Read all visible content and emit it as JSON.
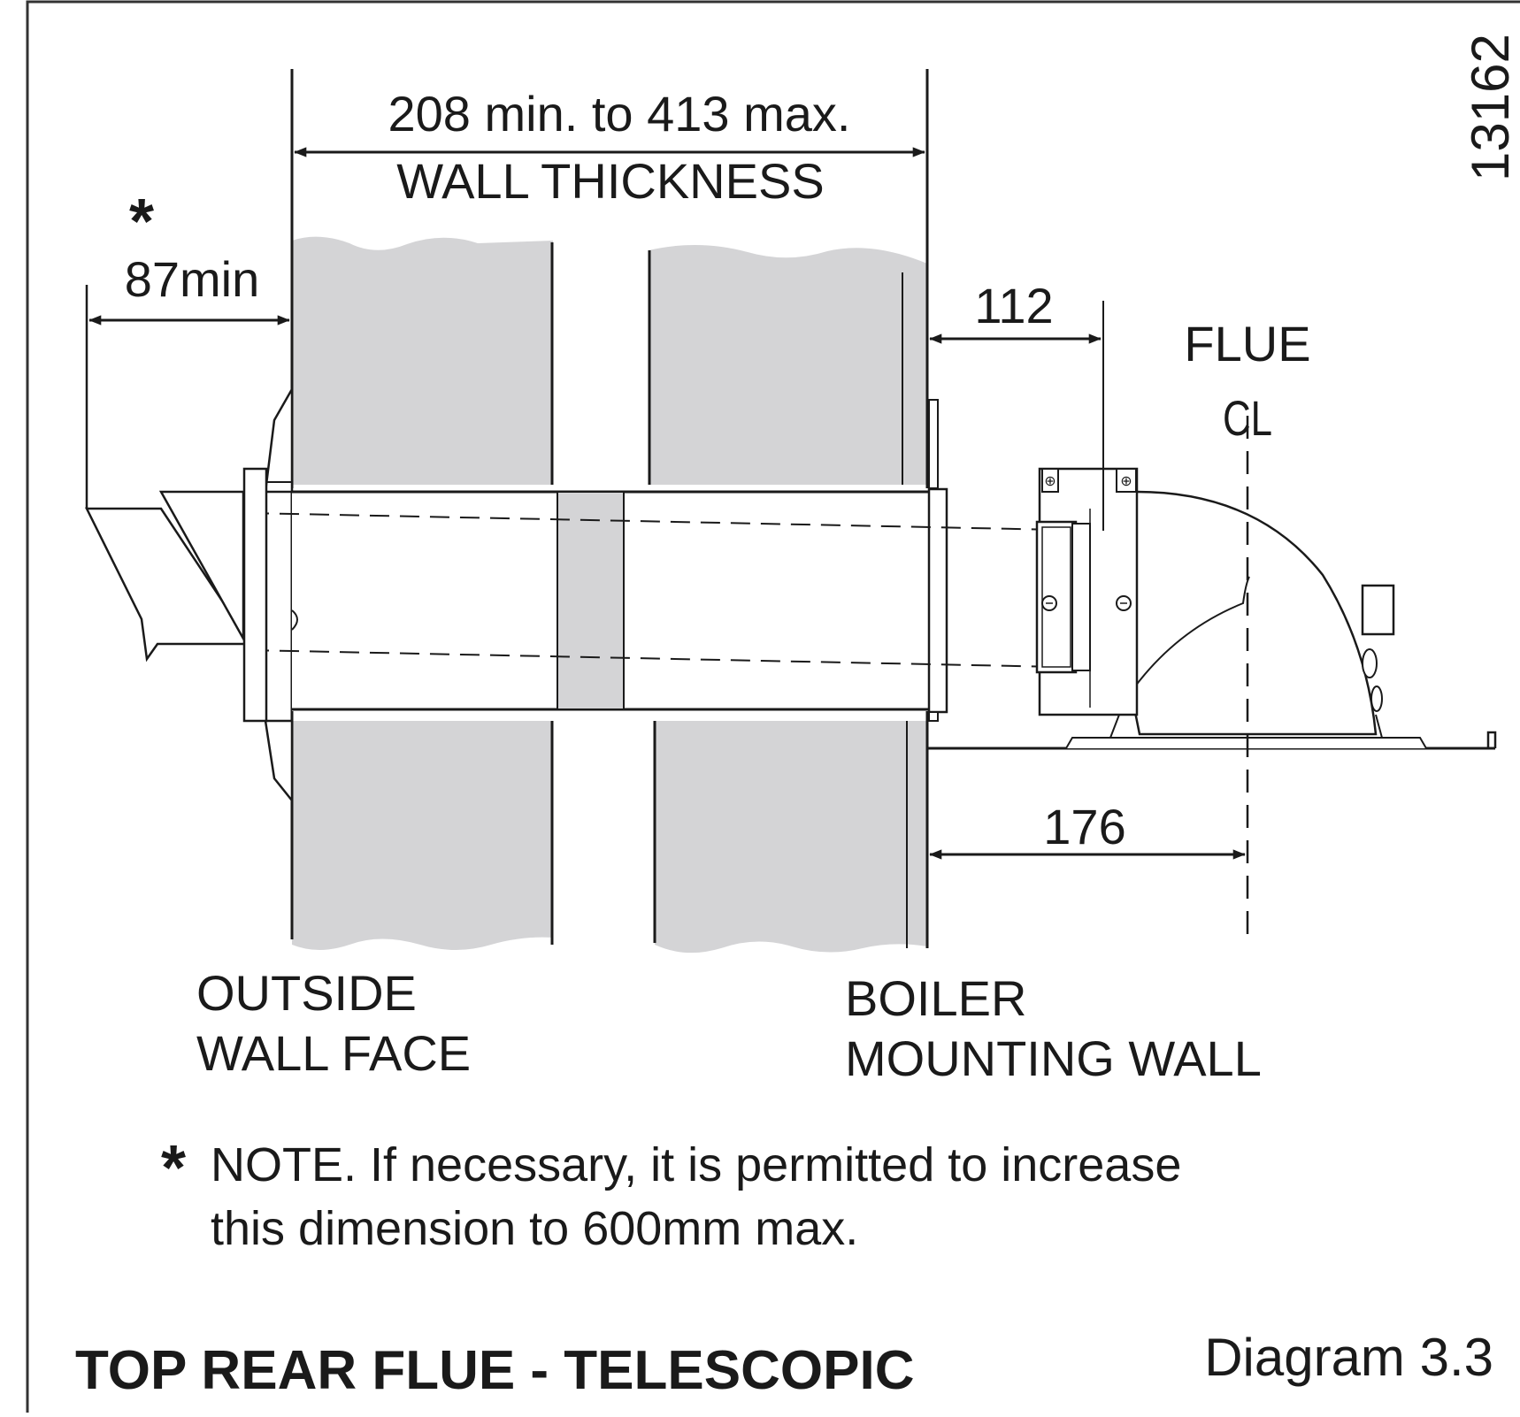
{
  "dimensions": {
    "wall_thickness_range": "208 min. to 413 max.",
    "wall_thickness_label": "WALL THICKNESS",
    "terminal_projection": "87min",
    "terminal_projection_mark": "*",
    "boiler_offset": "112",
    "flue_centre_offset": "176"
  },
  "labels": {
    "flue": "FLUE",
    "centreline_symbol": "CL",
    "outside_wall_line1": "OUTSIDE",
    "outside_wall_line2": "WALL FACE",
    "boiler_wall_line1": "BOILER",
    "boiler_wall_line2": "MOUNTING WALL"
  },
  "note": {
    "mark": "*",
    "line1": "NOTE. If necessary,  it is permitted to increase",
    "line2": "this dimension to 600mm max."
  },
  "figure_id": "13162",
  "title": "TOP REAR FLUE - TELESCOPIC",
  "diagram_ref": "Diagram 3.3",
  "colors": {
    "wall_fill": "#d4d4d6",
    "line": "#1a1a1a",
    "background": "#ffffff"
  }
}
